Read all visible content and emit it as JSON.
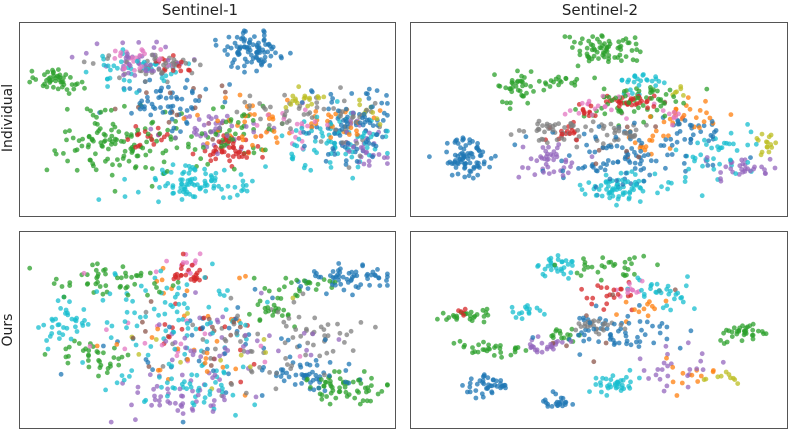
{
  "column_titles": [
    "Sentinel-1",
    "Sentinel-2"
  ],
  "row_labels": [
    "Individual",
    "Ours"
  ],
  "palette": [
    "#1f77b4",
    "#ff7f0e",
    "#2ca02c",
    "#d62728",
    "#9467bd",
    "#8c564b",
    "#e377c2",
    "#7f7f7f",
    "#bcbd22",
    "#17becf"
  ],
  "chart_data": [
    {
      "type": "scatter",
      "title": "Sentinel-1",
      "row": "Individual",
      "xlabel": "",
      "ylabel": "",
      "grid": false,
      "axes_ticks": false,
      "xlim": [
        0,
        100
      ],
      "ylim": [
        0,
        100
      ],
      "clusters": [
        {
          "class": 0,
          "cx": 62,
          "cy": 88,
          "sx": 4,
          "sy": 5,
          "n": 90
        },
        {
          "class": 0,
          "cx": 38,
          "cy": 62,
          "sx": 8,
          "sy": 7,
          "n": 60
        },
        {
          "class": 0,
          "cx": 90,
          "cy": 48,
          "sx": 6,
          "sy": 12,
          "n": 90
        },
        {
          "class": 2,
          "cx": 8,
          "cy": 72,
          "sx": 4,
          "sy": 3,
          "n": 45
        },
        {
          "class": 2,
          "cx": 25,
          "cy": 38,
          "sx": 8,
          "sy": 9,
          "n": 120
        },
        {
          "class": 2,
          "cx": 56,
          "cy": 42,
          "sx": 6,
          "sy": 8,
          "n": 50
        },
        {
          "class": 9,
          "cx": 46,
          "cy": 16,
          "sx": 8,
          "sy": 5,
          "n": 90
        },
        {
          "class": 9,
          "cx": 85,
          "cy": 38,
          "sx": 8,
          "sy": 8,
          "n": 70
        },
        {
          "class": 9,
          "cx": 30,
          "cy": 78,
          "sx": 7,
          "sy": 5,
          "n": 40
        },
        {
          "class": 3,
          "cx": 55,
          "cy": 34,
          "sx": 4,
          "sy": 4,
          "n": 45
        },
        {
          "class": 3,
          "cx": 33,
          "cy": 40,
          "sx": 3,
          "sy": 3,
          "n": 18
        },
        {
          "class": 3,
          "cx": 40,
          "cy": 80,
          "sx": 3,
          "sy": 3,
          "n": 14
        },
        {
          "class": 4,
          "cx": 30,
          "cy": 84,
          "sx": 7,
          "sy": 4,
          "n": 40
        },
        {
          "class": 4,
          "cx": 52,
          "cy": 45,
          "sx": 6,
          "sy": 6,
          "n": 40
        },
        {
          "class": 4,
          "cx": 92,
          "cy": 35,
          "sx": 4,
          "sy": 7,
          "n": 35
        },
        {
          "class": 1,
          "cx": 60,
          "cy": 48,
          "sx": 7,
          "sy": 8,
          "n": 35
        },
        {
          "class": 1,
          "cx": 86,
          "cy": 50,
          "sx": 5,
          "sy": 5,
          "n": 25
        },
        {
          "class": 7,
          "cx": 35,
          "cy": 80,
          "sx": 7,
          "sy": 4,
          "n": 40
        },
        {
          "class": 7,
          "cx": 72,
          "cy": 55,
          "sx": 6,
          "sy": 5,
          "n": 35
        },
        {
          "class": 7,
          "cx": 90,
          "cy": 45,
          "sx": 4,
          "sy": 8,
          "n": 25
        },
        {
          "class": 6,
          "cx": 32,
          "cy": 82,
          "sx": 6,
          "sy": 4,
          "n": 25
        },
        {
          "class": 6,
          "cx": 75,
          "cy": 48,
          "sx": 5,
          "sy": 5,
          "n": 20
        },
        {
          "class": 8,
          "cx": 74,
          "cy": 62,
          "sx": 3,
          "sy": 3,
          "n": 18
        },
        {
          "class": 8,
          "cx": 95,
          "cy": 55,
          "sx": 2,
          "sy": 3,
          "n": 8
        },
        {
          "class": 5,
          "cx": 45,
          "cy": 55,
          "sx": 10,
          "sy": 10,
          "n": 15
        }
      ]
    },
    {
      "type": "scatter",
      "title": "Sentinel-2",
      "row": "Individual",
      "xlabel": "",
      "ylabel": "",
      "grid": false,
      "axes_ticks": false,
      "xlim": [
        0,
        100
      ],
      "ylim": [
        0,
        100
      ],
      "clusters": [
        {
          "class": 0,
          "cx": 14,
          "cy": 30,
          "sx": 4,
          "sy": 5,
          "n": 80
        },
        {
          "class": 0,
          "cx": 58,
          "cy": 30,
          "sx": 10,
          "sy": 8,
          "n": 90
        },
        {
          "class": 0,
          "cx": 75,
          "cy": 45,
          "sx": 5,
          "sy": 5,
          "n": 30
        },
        {
          "class": 2,
          "cx": 52,
          "cy": 88,
          "sx": 5,
          "sy": 5,
          "n": 70
        },
        {
          "class": 2,
          "cx": 28,
          "cy": 68,
          "sx": 3,
          "sy": 6,
          "n": 40
        },
        {
          "class": 2,
          "cx": 60,
          "cy": 60,
          "sx": 8,
          "sy": 5,
          "n": 60
        },
        {
          "class": 2,
          "cx": 40,
          "cy": 71,
          "sx": 3,
          "sy": 2,
          "n": 15
        },
        {
          "class": 9,
          "cx": 56,
          "cy": 14,
          "sx": 6,
          "sy": 4,
          "n": 70
        },
        {
          "class": 9,
          "cx": 84,
          "cy": 32,
          "sx": 6,
          "sy": 6,
          "n": 40
        },
        {
          "class": 9,
          "cx": 60,
          "cy": 70,
          "sx": 4,
          "sy": 3,
          "n": 25
        },
        {
          "class": 3,
          "cx": 59,
          "cy": 60,
          "sx": 3,
          "sy": 2,
          "n": 30
        },
        {
          "class": 3,
          "cx": 40,
          "cy": 44,
          "sx": 2,
          "sy": 3,
          "n": 15
        },
        {
          "class": 3,
          "cx": 47,
          "cy": 54,
          "sx": 2,
          "sy": 2,
          "n": 10
        },
        {
          "class": 4,
          "cx": 36,
          "cy": 28,
          "sx": 4,
          "sy": 4,
          "n": 40
        },
        {
          "class": 4,
          "cx": 88,
          "cy": 24,
          "sx": 4,
          "sy": 3,
          "n": 30
        },
        {
          "class": 7,
          "cx": 38,
          "cy": 44,
          "sx": 5,
          "sy": 4,
          "n": 45
        },
        {
          "class": 7,
          "cx": 56,
          "cy": 42,
          "sx": 5,
          "sy": 3,
          "n": 25
        },
        {
          "class": 1,
          "cx": 73,
          "cy": 55,
          "sx": 5,
          "sy": 4,
          "n": 25
        },
        {
          "class": 1,
          "cx": 64,
          "cy": 40,
          "sx": 4,
          "sy": 4,
          "n": 15
        },
        {
          "class": 6,
          "cx": 50,
          "cy": 58,
          "sx": 5,
          "sy": 3,
          "n": 20
        },
        {
          "class": 6,
          "cx": 70,
          "cy": 52,
          "sx": 3,
          "sy": 2,
          "n": 10
        },
        {
          "class": 8,
          "cx": 96,
          "cy": 36,
          "sx": 2,
          "sy": 3,
          "n": 15
        },
        {
          "class": 8,
          "cx": 72,
          "cy": 65,
          "sx": 2,
          "sy": 2,
          "n": 6
        },
        {
          "class": 5,
          "cx": 60,
          "cy": 40,
          "sx": 10,
          "sy": 8,
          "n": 10
        }
      ]
    },
    {
      "type": "scatter",
      "title": "Sentinel-1",
      "row": "Ours",
      "xlabel": "",
      "ylabel": "",
      "grid": false,
      "axes_ticks": false,
      "xlim": [
        0,
        100
      ],
      "ylim": [
        0,
        100
      ],
      "clusters": [
        {
          "class": 0,
          "cx": 88,
          "cy": 78,
          "sx": 6,
          "sy": 4,
          "n": 60
        },
        {
          "class": 0,
          "cx": 78,
          "cy": 26,
          "sx": 5,
          "sy": 4,
          "n": 45
        },
        {
          "class": 0,
          "cx": 50,
          "cy": 40,
          "sx": 16,
          "sy": 14,
          "n": 40
        },
        {
          "class": 2,
          "cx": 24,
          "cy": 77,
          "sx": 7,
          "sy": 5,
          "n": 50
        },
        {
          "class": 2,
          "cx": 88,
          "cy": 20,
          "sx": 6,
          "sy": 5,
          "n": 60
        },
        {
          "class": 2,
          "cx": 18,
          "cy": 38,
          "sx": 5,
          "sy": 6,
          "n": 35
        },
        {
          "class": 2,
          "cx": 66,
          "cy": 60,
          "sx": 3,
          "sy": 3,
          "n": 20
        },
        {
          "class": 2,
          "cx": 76,
          "cy": 74,
          "sx": 5,
          "sy": 3,
          "n": 25
        },
        {
          "class": 9,
          "cx": 10,
          "cy": 52,
          "sx": 4,
          "sy": 5,
          "n": 35
        },
        {
          "class": 9,
          "cx": 40,
          "cy": 60,
          "sx": 14,
          "sy": 14,
          "n": 80
        },
        {
          "class": 9,
          "cx": 45,
          "cy": 22,
          "sx": 10,
          "sy": 8,
          "n": 50
        },
        {
          "class": 4,
          "cx": 40,
          "cy": 14,
          "sx": 8,
          "sy": 5,
          "n": 45
        },
        {
          "class": 4,
          "cx": 55,
          "cy": 40,
          "sx": 12,
          "sy": 12,
          "n": 40
        },
        {
          "class": 7,
          "cx": 62,
          "cy": 40,
          "sx": 12,
          "sy": 12,
          "n": 50
        },
        {
          "class": 7,
          "cx": 80,
          "cy": 50,
          "sx": 5,
          "sy": 6,
          "n": 25
        },
        {
          "class": 3,
          "cx": 44,
          "cy": 82,
          "sx": 3,
          "sy": 4,
          "n": 25
        },
        {
          "class": 3,
          "cx": 50,
          "cy": 40,
          "sx": 12,
          "sy": 12,
          "n": 15
        },
        {
          "class": 1,
          "cx": 48,
          "cy": 50,
          "sx": 14,
          "sy": 14,
          "n": 30
        },
        {
          "class": 6,
          "cx": 44,
          "cy": 86,
          "sx": 3,
          "sy": 3,
          "n": 12
        },
        {
          "class": 6,
          "cx": 40,
          "cy": 40,
          "sx": 14,
          "sy": 14,
          "n": 20
        },
        {
          "class": 8,
          "cx": 50,
          "cy": 45,
          "sx": 14,
          "sy": 14,
          "n": 12
        },
        {
          "class": 5,
          "cx": 45,
          "cy": 45,
          "sx": 14,
          "sy": 14,
          "n": 15
        }
      ]
    },
    {
      "type": "scatter",
      "title": "Sentinel-2",
      "row": "Ours",
      "xlabel": "",
      "ylabel": "",
      "grid": false,
      "axes_ticks": false,
      "xlim": [
        0,
        100
      ],
      "ylim": [
        0,
        100
      ],
      "clusters": [
        {
          "class": 0,
          "cx": 20,
          "cy": 22,
          "sx": 3,
          "sy": 3,
          "n": 40
        },
        {
          "class": 0,
          "cx": 38,
          "cy": 12,
          "sx": 2,
          "sy": 2,
          "n": 22
        },
        {
          "class": 0,
          "cx": 55,
          "cy": 50,
          "sx": 8,
          "sy": 6,
          "n": 60
        },
        {
          "class": 2,
          "cx": 14,
          "cy": 58,
          "sx": 4,
          "sy": 2,
          "n": 25
        },
        {
          "class": 2,
          "cx": 20,
          "cy": 40,
          "sx": 5,
          "sy": 2,
          "n": 30
        },
        {
          "class": 2,
          "cx": 90,
          "cy": 50,
          "sx": 3,
          "sy": 3,
          "n": 35
        },
        {
          "class": 2,
          "cx": 52,
          "cy": 85,
          "sx": 6,
          "sy": 3,
          "n": 30
        },
        {
          "class": 2,
          "cx": 40,
          "cy": 48,
          "sx": 2,
          "sy": 2,
          "n": 15
        },
        {
          "class": 9,
          "cx": 37,
          "cy": 85,
          "sx": 3,
          "sy": 3,
          "n": 30
        },
        {
          "class": 9,
          "cx": 30,
          "cy": 60,
          "sx": 2,
          "sy": 2,
          "n": 15
        },
        {
          "class": 9,
          "cx": 55,
          "cy": 22,
          "sx": 3,
          "sy": 3,
          "n": 35
        },
        {
          "class": 9,
          "cx": 68,
          "cy": 70,
          "sx": 5,
          "sy": 5,
          "n": 30
        },
        {
          "class": 4,
          "cx": 35,
          "cy": 42,
          "sx": 3,
          "sy": 2,
          "n": 25
        },
        {
          "class": 4,
          "cx": 70,
          "cy": 30,
          "sx": 5,
          "sy": 5,
          "n": 25
        },
        {
          "class": 3,
          "cx": 52,
          "cy": 70,
          "sx": 4,
          "sy": 4,
          "n": 20
        },
        {
          "class": 3,
          "cx": 13,
          "cy": 60,
          "sx": 1,
          "sy": 1,
          "n": 6
        },
        {
          "class": 1,
          "cx": 62,
          "cy": 62,
          "sx": 4,
          "sy": 4,
          "n": 12
        },
        {
          "class": 1,
          "cx": 75,
          "cy": 25,
          "sx": 4,
          "sy": 4,
          "n": 12
        },
        {
          "class": 7,
          "cx": 50,
          "cy": 52,
          "sx": 3,
          "sy": 3,
          "n": 25
        },
        {
          "class": 6,
          "cx": 58,
          "cy": 72,
          "sx": 2,
          "sy": 2,
          "n": 12
        },
        {
          "class": 8,
          "cx": 84,
          "cy": 25,
          "sx": 2,
          "sy": 2,
          "n": 10
        },
        {
          "class": 5,
          "cx": 55,
          "cy": 55,
          "sx": 10,
          "sy": 10,
          "n": 8
        }
      ]
    }
  ]
}
